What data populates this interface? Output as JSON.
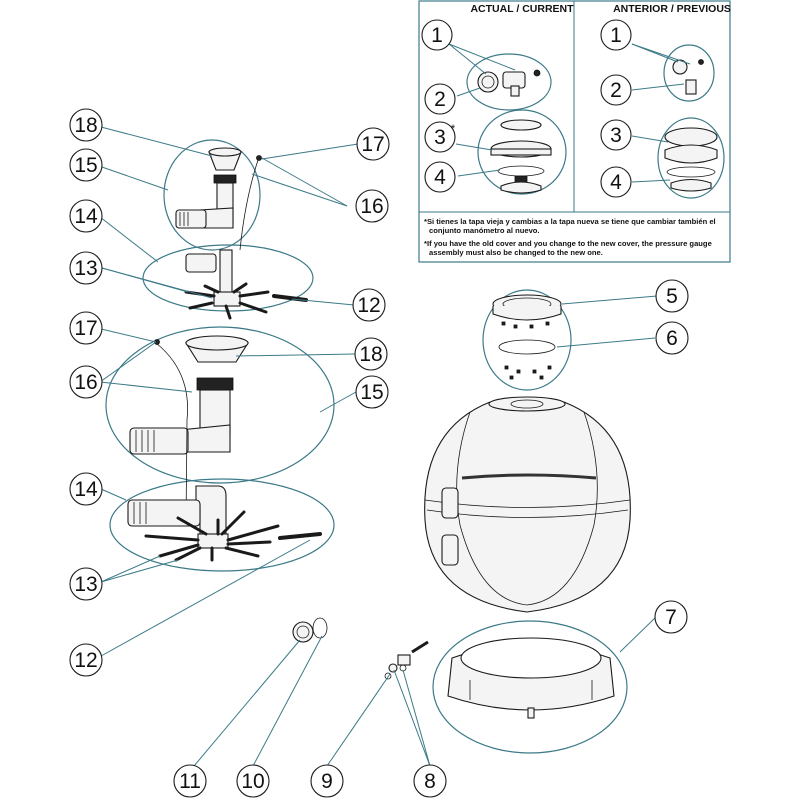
{
  "panel": {
    "current_header": "ACTUAL / CURRENT",
    "previous_header": "ANTERIOR / PREVIOUS",
    "note_es_1": "*Si tienes la tapa vieja y cambias a la tapa nueva se tiene que cambiar también el",
    "note_es_2": "conjunto manómetro al nuevo.",
    "note_en_1": "*If you have the old cover and you change to the new cover, the pressure gauge",
    "note_en_2": "assembly must also be changed to the new one."
  },
  "callouts": {
    "p_cur_1": "1",
    "p_cur_2": "2",
    "p_cur_3": "3",
    "p_cur_3_star": "*",
    "p_cur_4": "4",
    "p_prev_1": "1",
    "p_prev_2": "2",
    "p_prev_3": "3",
    "p_prev_4": "4",
    "c5": "5",
    "c6": "6",
    "c7": "7",
    "c8": "8",
    "c9": "9",
    "c10": "10",
    "c11": "11",
    "c12_top": "12",
    "c12_bottom": "12",
    "c13_top": "13",
    "c13_bottom": "13",
    "c14_top": "14",
    "c14_bottom": "14",
    "c15_top": "15",
    "c15_bottom": "15",
    "c16_top": "16",
    "c16_bottom": "16",
    "c17_top": "17",
    "c17_bottom": "17",
    "c18_top": "18",
    "c18_bottom": "18"
  }
}
